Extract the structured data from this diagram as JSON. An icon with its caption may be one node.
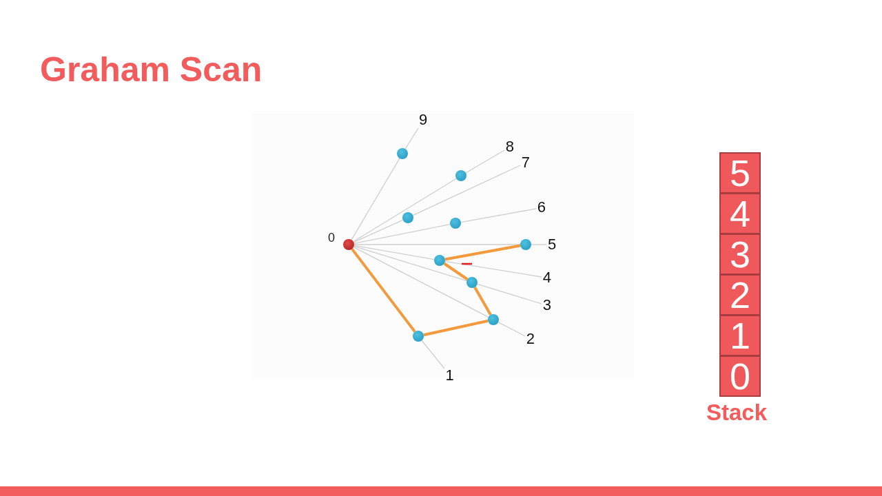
{
  "diagram": {
    "title": "Graham Scan",
    "nodes": [
      {
        "text": [],
        "shape": "circle",
        "beside": [
          "0"
        ]
      },
      {
        "text": [],
        "shape": "circle"
      },
      {
        "text": [],
        "shape": "circle"
      },
      {
        "text": [],
        "shape": "circle"
      },
      {
        "text": [],
        "shape": "circle"
      },
      {
        "text": [],
        "shape": "circle"
      },
      {
        "text": [],
        "shape": "circle"
      },
      {
        "text": [],
        "shape": "circle"
      },
      {
        "text": [],
        "shape": "circle"
      },
      {
        "text": [],
        "shape": "circle"
      },
      {
        "text": [
          "5"
        ]
      },
      {
        "text": [
          "4"
        ]
      },
      {
        "text": [
          "3"
        ]
      },
      {
        "text": [
          "2"
        ]
      },
      {
        "text": [
          "1"
        ]
      },
      {
        "text": [
          "0"
        ]
      },
      {
        "text": [
          "9"
        ]
      },
      {
        "text": [
          "8"
        ]
      },
      {
        "text": [
          "7"
        ]
      },
      {
        "text": [
          "6"
        ]
      },
      {
        "text": [
          "5"
        ]
      },
      {
        "text": [
          "4"
        ]
      },
      {
        "text": [
          "3"
        ]
      },
      {
        "text": [
          "2"
        ]
      },
      {
        "text": [
          "1"
        ]
      }
    ],
    "edges": [
      {
        "from": 0,
        "to": 9,
        "arrow": "none"
      },
      {
        "from": 9,
        "to": 16,
        "arrow": "none"
      },
      {
        "from": 0,
        "to": 8,
        "arrow": "none"
      },
      {
        "from": 8,
        "to": 17,
        "arrow": "none"
      },
      {
        "from": 0,
        "to": 7,
        "arrow": "none"
      },
      {
        "from": 7,
        "to": 18,
        "arrow": "none"
      },
      {
        "from": 0,
        "to": 6,
        "arrow": "none"
      },
      {
        "from": 6,
        "to": 19,
        "arrow": "none"
      },
      {
        "from": 0,
        "to": 5,
        "arrow": "none"
      },
      {
        "from": 5,
        "to": 20,
        "arrow": "none"
      },
      {
        "from": 0,
        "to": 4,
        "arrow": "none"
      },
      {
        "from": 4,
        "to": 21,
        "arrow": "none"
      },
      {
        "from": 0,
        "to": 3,
        "arrow": "none"
      },
      {
        "from": 3,
        "to": 22,
        "arrow": "none"
      },
      {
        "from": 0,
        "to": 2,
        "arrow": "none"
      },
      {
        "from": 2,
        "to": 23,
        "arrow": "none"
      },
      {
        "from": 1,
        "to": 24,
        "arrow": "none"
      },
      {
        "from": 0,
        "to": 1,
        "arrow": "none",
        "style": "thick",
        "color": "#f39a3c"
      },
      {
        "from": 1,
        "to": 2,
        "arrow": "none",
        "style": "thick",
        "color": "#f39a3c"
      },
      {
        "from": 2,
        "to": 3,
        "arrow": "none",
        "style": "thick",
        "color": "#f39a3c"
      },
      {
        "from": 3,
        "to": 4,
        "arrow": "none",
        "style": "thick",
        "color": "#f39a3c"
      },
      {
        "from": 4,
        "to": 5,
        "arrow": "none",
        "style": "thick",
        "color": "#f39a3c"
      }
    ],
    "labels": [
      "Stack"
    ]
  }
}
